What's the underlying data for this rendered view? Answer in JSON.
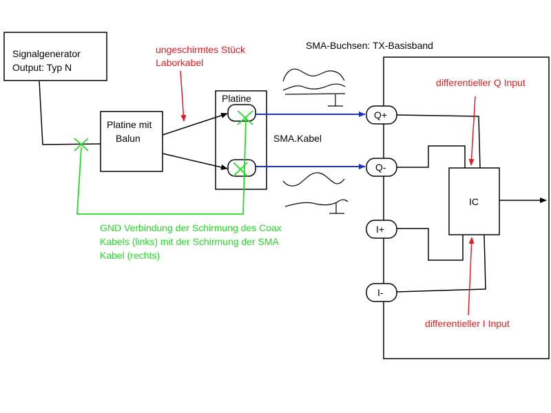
{
  "colors": {
    "line": "#000000",
    "annotation": "#e8191d",
    "gnd": "#22dd22",
    "sma_cable": "#1a2fe0"
  },
  "labels": {
    "signal_generator": [
      "Signalgenerator",
      "Output: Typ N"
    ],
    "unshielded_cable": [
      "ungeschirmtes Stück",
      "Laborkabel"
    ],
    "sma_jacks": "SMA-Buchsen: TX-Basisband",
    "balun_board": [
      "Platine mit",
      "Balun"
    ],
    "board": "Platine",
    "sma_cable": "SMA.Kabel",
    "diff_q": "differentieller Q Input",
    "diff_i": "differentieller I Input",
    "ic": "IC",
    "gnd_note": [
      "GND Verbindung der Schirmung des Coax",
      "Kabels (links) mit der Schirmung der SMA",
      "Kabel (rechts)"
    ]
  },
  "jacks": [
    "Q+",
    "Q-",
    "I+",
    "I-"
  ]
}
